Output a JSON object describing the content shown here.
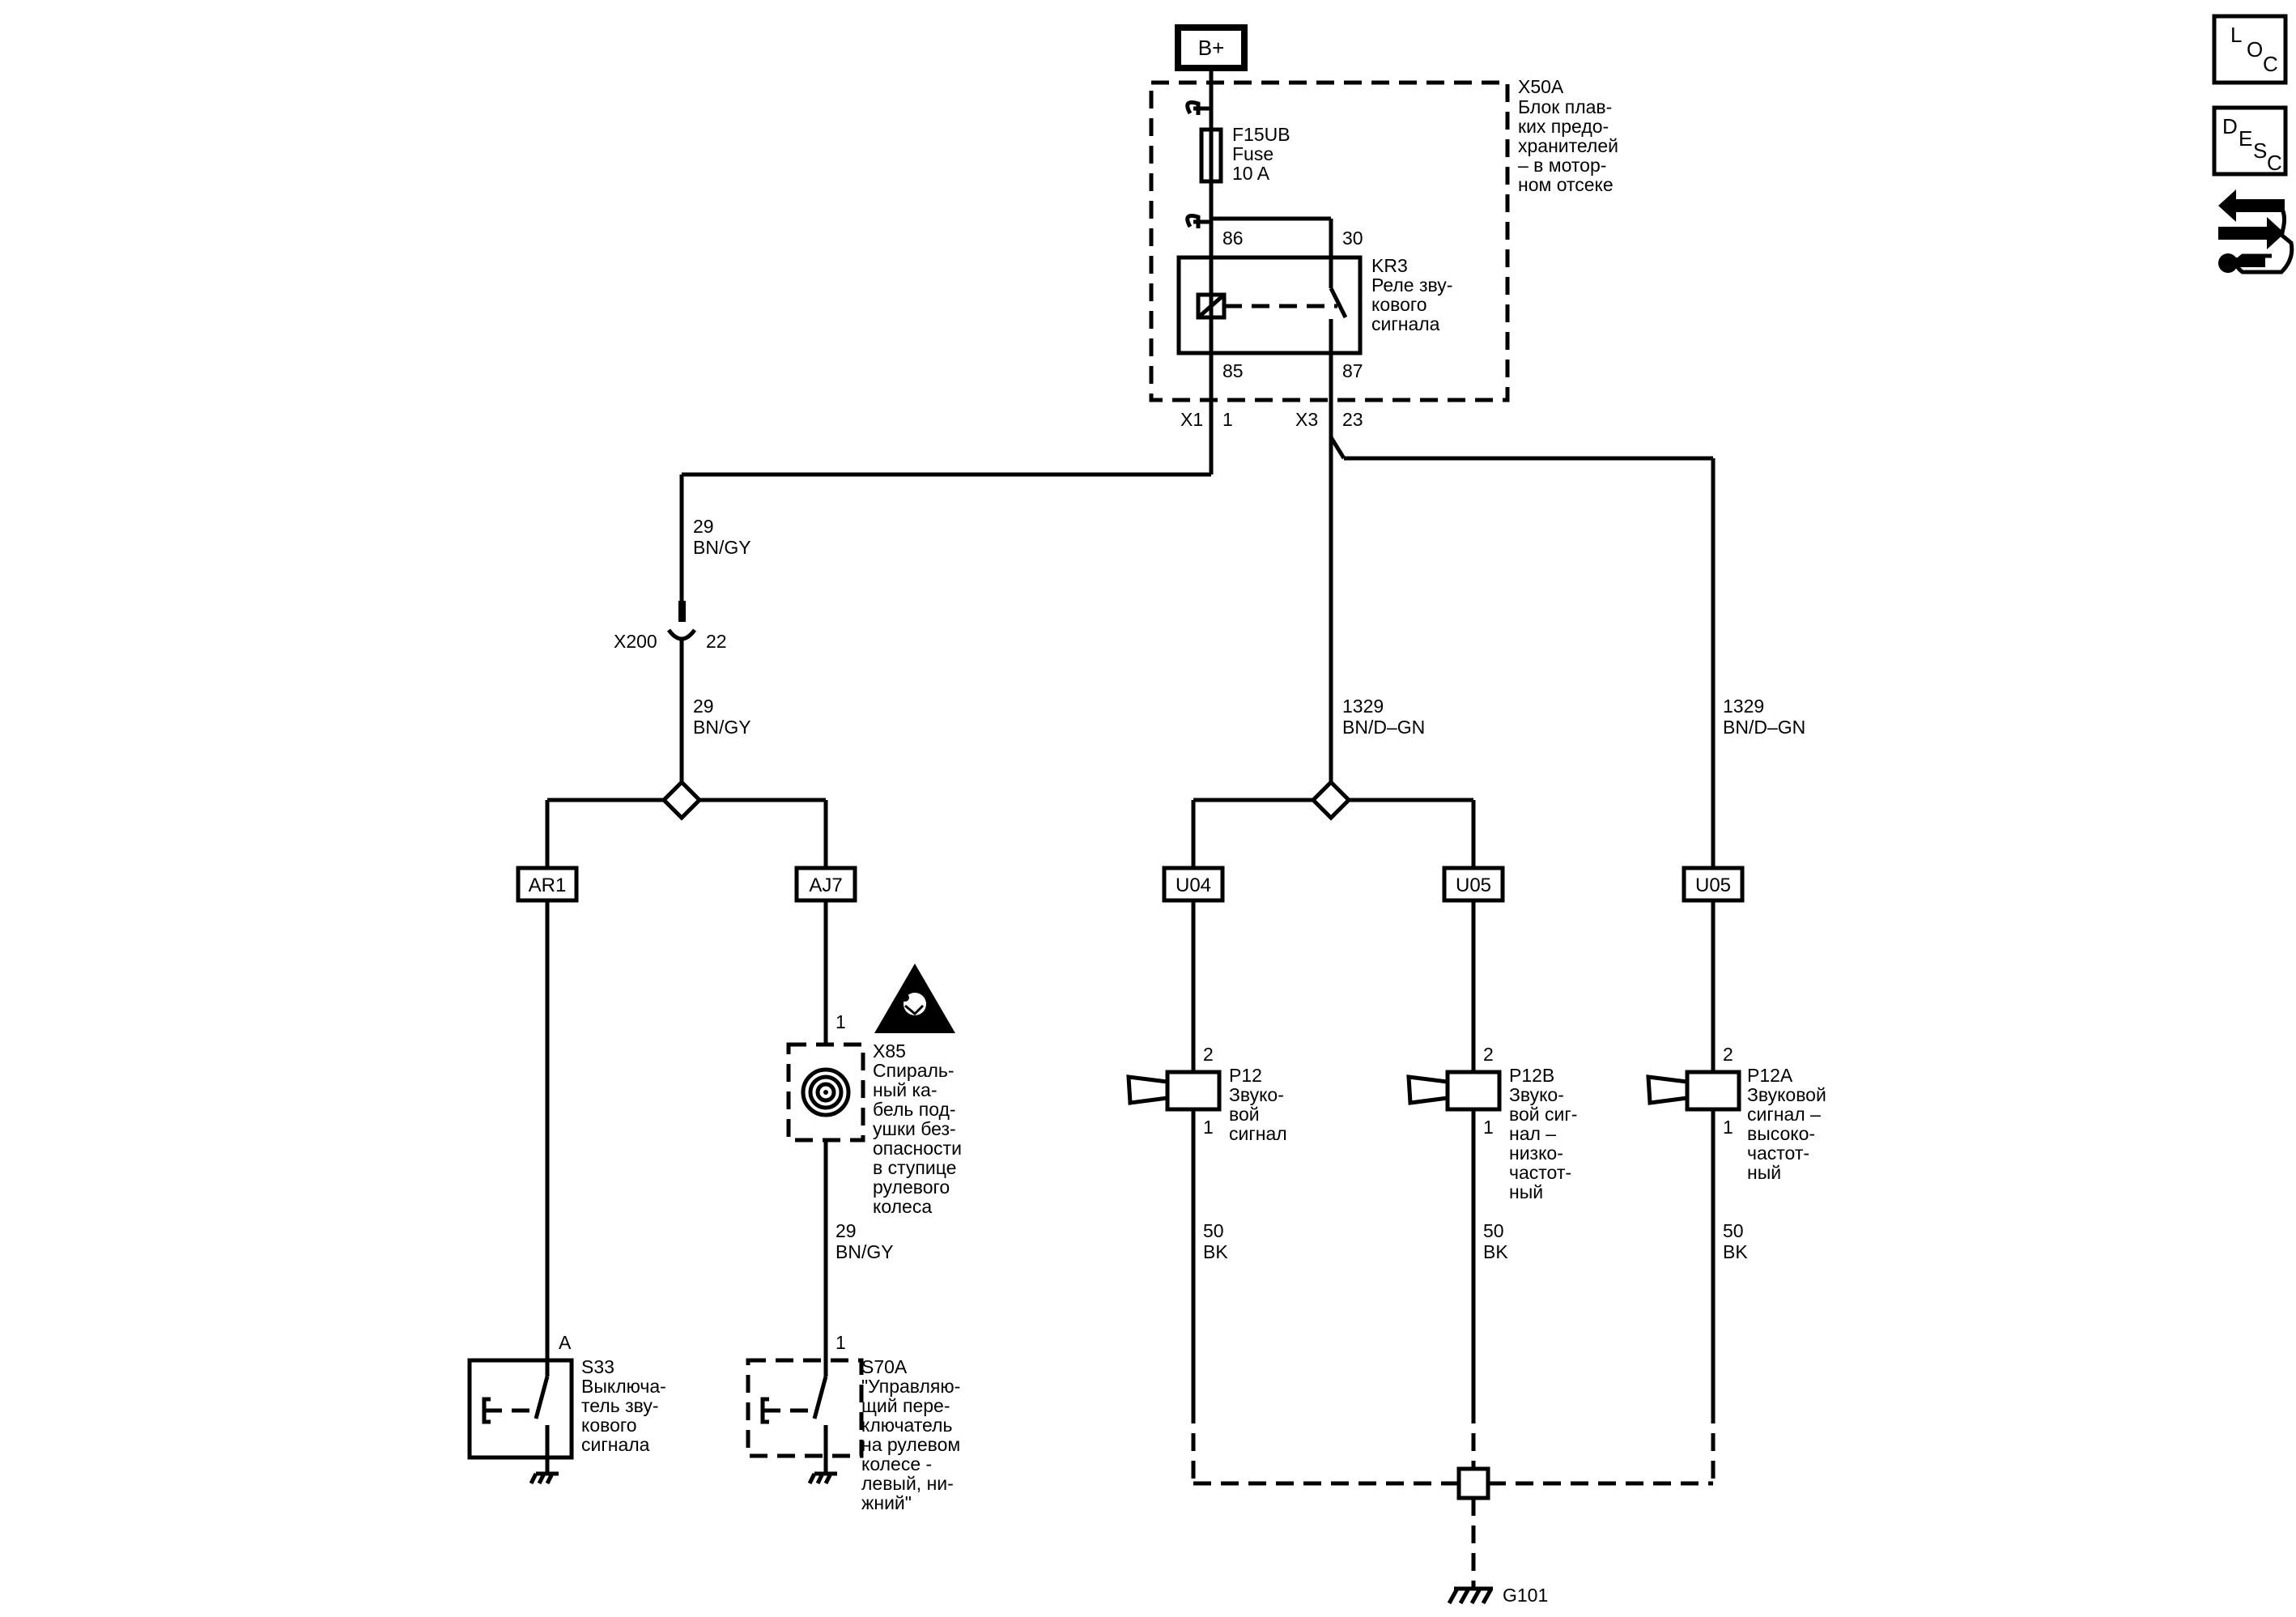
{
  "side_icons": {
    "loc": {
      "l": "L",
      "o": "O",
      "c": "C"
    },
    "desc": {
      "d": "D",
      "e": "E",
      "s": "S",
      "c": "C"
    },
    "repair_icon": "repair-wrench-arrow-icon"
  },
  "battery": {
    "label": "B+"
  },
  "fuse_box": {
    "id": "X50A",
    "desc": [
      "Блок плав-",
      "ких предо-",
      "хранителей",
      "– в мотор-",
      "ном отсеке"
    ]
  },
  "fuse": {
    "id": "F15UB",
    "type": "Fuse",
    "rating": "10 A"
  },
  "relay": {
    "id": "KR3",
    "desc": [
      "Реле зву-",
      "кового",
      "сигнала"
    ],
    "pins": {
      "p86": "86",
      "p30": "30",
      "p85": "85",
      "p87": "87"
    }
  },
  "connectors": {
    "x1": {
      "id": "X1",
      "pin": "1"
    },
    "x3": {
      "id": "X3",
      "pin": "23"
    },
    "x200": {
      "id": "X200",
      "pin": "22"
    }
  },
  "wires": {
    "w29_a": {
      "num": "29",
      "color": "BN/GY"
    },
    "w29_b": {
      "num": "29",
      "color": "BN/GY"
    },
    "w29_c": {
      "num": "29",
      "color": "BN/GY"
    },
    "w1329_a": {
      "num": "1329",
      "color": "BN/D–GN"
    },
    "w1329_b": {
      "num": "1329",
      "color": "BN/D–GN"
    },
    "w50_a": {
      "num": "50",
      "color": "BK"
    },
    "w50_b": {
      "num": "50",
      "color": "BK"
    },
    "w50_c": {
      "num": "50",
      "color": "BK"
    }
  },
  "options": {
    "ar1": "AR1",
    "aj7": "AJ7",
    "u04": "U04",
    "u05a": "U05",
    "u05b": "U05"
  },
  "clockspring": {
    "id": "X85",
    "pin": "1",
    "desc": [
      "Спираль-",
      "ный ка-",
      "бель под-",
      "ушки без-",
      "опасности",
      "в ступице",
      "рулевого",
      "колеса"
    ],
    "warning_icon": "airbag-warning-icon"
  },
  "switch_s33": {
    "id": "S33",
    "pin": "A",
    "desc": [
      "Выключа-",
      "тель зву-",
      "кового",
      "сигнала"
    ]
  },
  "switch_s70a": {
    "id": "S70A",
    "pin": "1",
    "desc": [
      "\"Управляю-",
      "щий пере-",
      "ключатель",
      "на рулевом",
      "колесе -",
      "левый, ни-",
      "жний\""
    ]
  },
  "horn_p12": {
    "id": "P12",
    "pin_top": "2",
    "pin_bottom": "1",
    "desc": [
      "Звуко-",
      "вой",
      "сигнал"
    ]
  },
  "horn_p12b": {
    "id": "P12B",
    "pin_top": "2",
    "pin_bottom": "1",
    "desc": [
      "Звуко-",
      "вой сиг-",
      "нал –",
      "низко-",
      "частот-",
      "ный"
    ]
  },
  "horn_p12a": {
    "id": "P12A",
    "pin_top": "2",
    "pin_bottom": "1",
    "desc": [
      "Звуковой",
      "сигнал –",
      "высоко-",
      "частот-",
      "ный"
    ]
  },
  "ground": {
    "id": "G101"
  }
}
